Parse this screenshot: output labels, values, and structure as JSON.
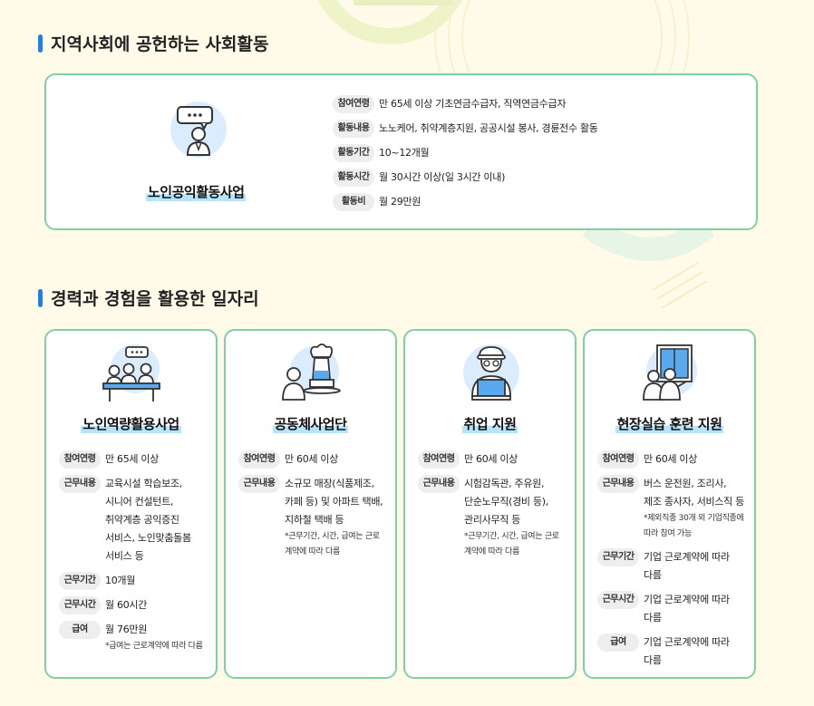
{
  "section1": {
    "title": "지역사회에 공헌하는 사회활동",
    "card": {
      "name": "노인공익활동사업",
      "rows": [
        {
          "label": "참여연령",
          "value": "만 65세 이상 기초연금수급자, 직역연금수급자"
        },
        {
          "label": "활동내용",
          "value": "노노케어, 취약계층지원, 공공시설 봉사, 경륜전수 활동"
        },
        {
          "label": "활동기간",
          "value": "10~12개월"
        },
        {
          "label": "활동시간",
          "value": "월 30시간 이상(일 3시간 이내)"
        },
        {
          "label": "활동비",
          "value": "월 29만원"
        }
      ]
    }
  },
  "section2": {
    "title": "경력과 경험을 활용한 일자리",
    "cards": [
      {
        "name": "노인역량활용사업",
        "rows": [
          {
            "label": "참여연령",
            "value": "만 65세 이상",
            "note": ""
          },
          {
            "label": "근무내용",
            "lines": [
              "교육시설 학습보조,",
              "시니어 컨설턴트,",
              "취약계층 공익증진",
              "서비스, 노인맞춤돌봄",
              "서비스 등"
            ],
            "note": ""
          },
          {
            "label": "근무기간",
            "value": "10개월",
            "note": ""
          },
          {
            "label": "근무시간",
            "value": "월 60시간",
            "note": ""
          },
          {
            "label": "급여",
            "value": "월 76만원",
            "note": "*급여는 근로계약에 따라 다름"
          }
        ]
      },
      {
        "name": "공동체사업단",
        "rows": [
          {
            "label": "참여연령",
            "value": "만 60세 이상",
            "note": ""
          },
          {
            "label": "근무내용",
            "lines": [
              "소규모 매장(식품제조,",
              "카페 등) 및 아파트 택배,",
              "지하철 택배 등"
            ],
            "note": "*근무기간, 시간, 급여는 근로계약에 따라 다름"
          }
        ]
      },
      {
        "name": "취업 지원",
        "rows": [
          {
            "label": "참여연령",
            "value": "만 60세 이상",
            "note": ""
          },
          {
            "label": "근무내용",
            "lines": [
              "시험감독관, 주유원,",
              "단순노무직(경비 등),",
              "관리사무직 등"
            ],
            "note": "*근무기간, 시간, 급여는 근로계약에 따라 다름"
          }
        ]
      },
      {
        "name": "현장실습 훈련 지원",
        "rows": [
          {
            "label": "참여연령",
            "value": "만 60세 이상",
            "note": ""
          },
          {
            "label": "근무내용",
            "lines": [
              "버스 운전원, 조리사,",
              "제조 종사자, 서비스직 등"
            ],
            "note": "*제외직종 30개 외 기업직종에 따라 참여 가능"
          },
          {
            "label": "근무기간",
            "lines": [
              "기업 근로계약에 따라",
              "다름"
            ],
            "note": ""
          },
          {
            "label": "근무시간",
            "lines": [
              "기업 근로계약에 따라",
              "다름"
            ],
            "note": ""
          },
          {
            "label": "급여",
            "lines": [
              "기업 근로계약에 따라",
              "다름"
            ],
            "note": ""
          }
        ]
      }
    ]
  }
}
